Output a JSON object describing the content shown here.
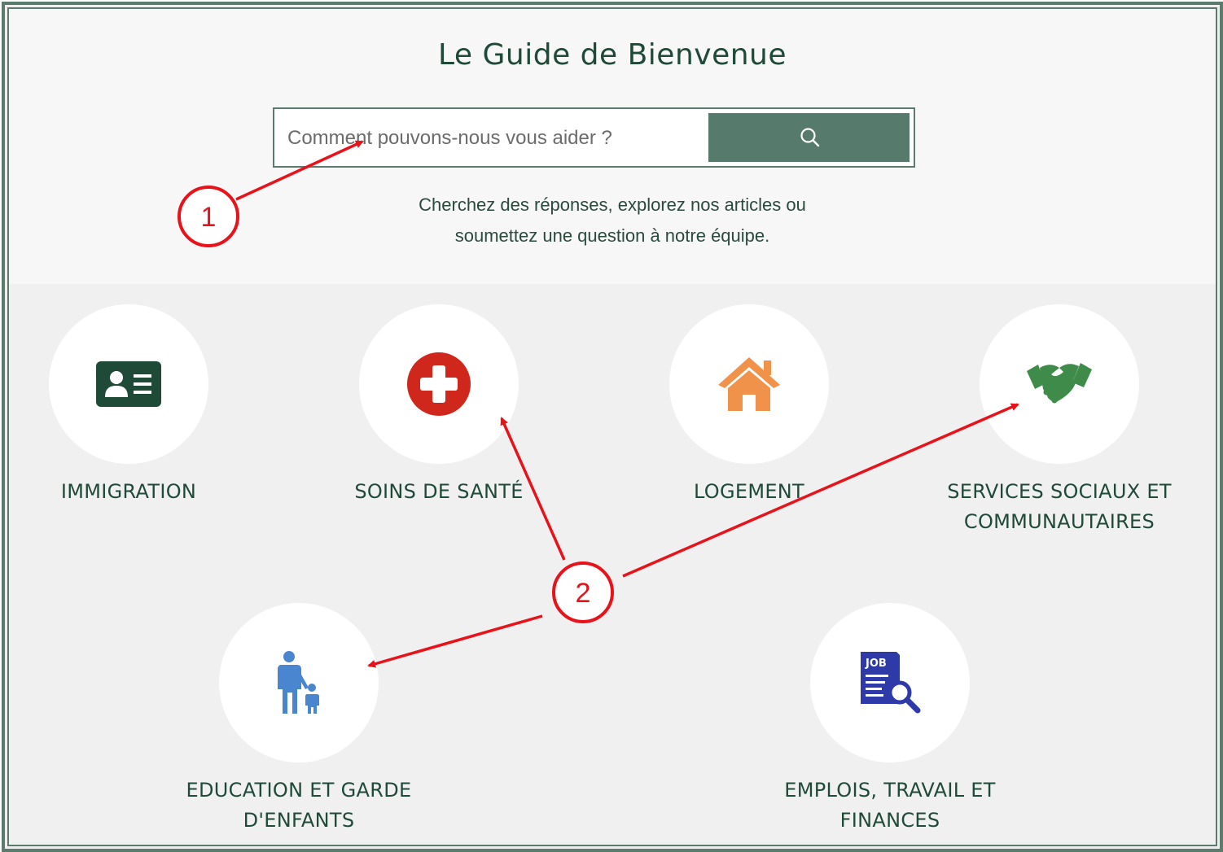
{
  "header": {
    "title": "Le Guide de Bienvenue",
    "search_placeholder": "Comment pouvons-nous vous aider ?",
    "subtitle_line1": "Cherchez des réponses, explorez nos articles ou",
    "subtitle_line2": "soumettez une question à notre équipe."
  },
  "categories": [
    {
      "label_line1": "IMMIGRATION",
      "label_line2": "",
      "icon": "id-card-icon",
      "color": "#1f4a38"
    },
    {
      "label_line1": "SOINS DE SANTÉ",
      "label_line2": "",
      "icon": "medical-cross-icon",
      "color": "#d0271d"
    },
    {
      "label_line1": "LOGEMENT",
      "label_line2": "",
      "icon": "house-icon",
      "color": "#f0924a"
    },
    {
      "label_line1": "SERVICES SOCIAUX ET",
      "label_line2": "COMMUNAUTAIRES",
      "icon": "handshake-icon",
      "color": "#3f8c4a"
    },
    {
      "label_line1": "EDUCATION ET GARDE D'ENFANTS",
      "label_line2": "",
      "icon": "parent-child-icon",
      "color": "#4a86d0"
    },
    {
      "label_line1": "EMPLOIS, TRAVAIL ET FINANCES",
      "label_line2": "",
      "icon": "job-search-icon",
      "color": "#2d3aa8"
    }
  ],
  "annotations": {
    "callout_1": "1",
    "callout_2": "2",
    "callout_color": "#e8131a"
  },
  "theme": {
    "primary": "#567b6d",
    "text_dark": "#1f4a38"
  }
}
